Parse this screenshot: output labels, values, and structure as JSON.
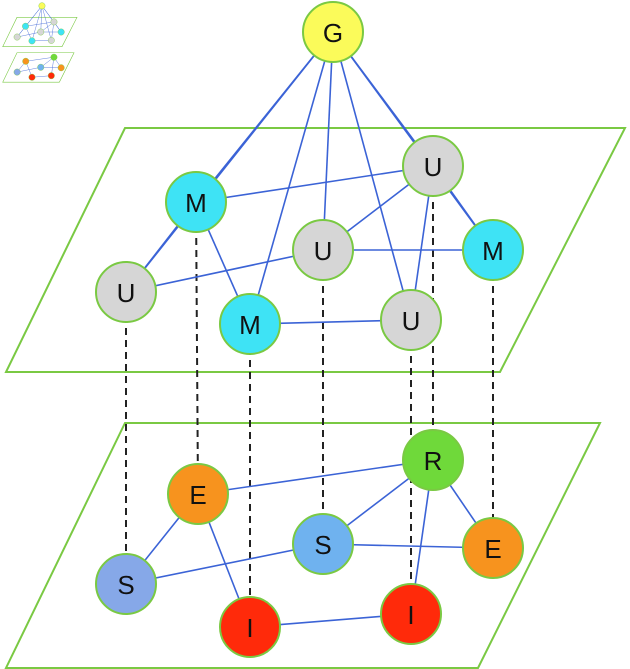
{
  "colors": {
    "plane": "#7ac943",
    "edge": "#3b63d6",
    "link": "#222222",
    "node_stroke": "#7ac943"
  },
  "nodes": [
    {
      "id": "g",
      "label": "G",
      "fill": "#fbfb5a",
      "layer": "top"
    },
    {
      "id": "m1",
      "label": "M",
      "fill": "#3ee3f5",
      "layer": "upper"
    },
    {
      "id": "u1",
      "label": "U",
      "fill": "#d6d6d6",
      "layer": "upper"
    },
    {
      "id": "u2",
      "label": "U",
      "fill": "#d6d6d6",
      "layer": "upper"
    },
    {
      "id": "m2",
      "label": "M",
      "fill": "#3ee3f5",
      "layer": "upper"
    },
    {
      "id": "u3",
      "label": "U",
      "fill": "#d6d6d6",
      "layer": "upper"
    },
    {
      "id": "m3",
      "label": "M",
      "fill": "#3ee3f5",
      "layer": "upper"
    },
    {
      "id": "u4",
      "label": "U",
      "fill": "#d6d6d6",
      "layer": "upper"
    },
    {
      "id": "e1",
      "label": "E",
      "fill": "#f7931e",
      "layer": "lower"
    },
    {
      "id": "r",
      "label": "R",
      "fill": "#6fd93a",
      "layer": "lower"
    },
    {
      "id": "s1",
      "label": "S",
      "fill": "#6fb2ef",
      "layer": "lower"
    },
    {
      "id": "e2",
      "label": "E",
      "fill": "#f7931e",
      "layer": "lower"
    },
    {
      "id": "s2",
      "label": "S",
      "fill": "#86a8e8",
      "layer": "lower"
    },
    {
      "id": "i1",
      "label": "I",
      "fill": "#ff2a0a",
      "layer": "lower"
    },
    {
      "id": "i2",
      "label": "I",
      "fill": "#ff2a0a",
      "layer": "lower"
    }
  ],
  "edges": [
    [
      "g",
      "m1"
    ],
    [
      "g",
      "u1"
    ],
    [
      "g",
      "u2"
    ],
    [
      "g",
      "m2"
    ],
    [
      "g",
      "u3"
    ],
    [
      "g",
      "m3"
    ],
    [
      "g",
      "u4"
    ],
    [
      "m1",
      "u1"
    ],
    [
      "m1",
      "u4"
    ],
    [
      "m1",
      "m2"
    ],
    [
      "u1",
      "u2"
    ],
    [
      "u2",
      "m3"
    ],
    [
      "u2",
      "u4"
    ],
    [
      "u4",
      "u3"
    ],
    [
      "u4",
      "m3"
    ],
    [
      "m2",
      "u3"
    ],
    [
      "e1",
      "r"
    ],
    [
      "e1",
      "s2"
    ],
    [
      "e1",
      "i1"
    ],
    [
      "r",
      "s1"
    ],
    [
      "r",
      "e2"
    ],
    [
      "r",
      "i2"
    ],
    [
      "s1",
      "e2"
    ],
    [
      "s1",
      "s2"
    ],
    [
      "i1",
      "i2"
    ]
  ],
  "interlayer_links": [
    [
      "u1",
      "s2"
    ],
    [
      "m1",
      "e1"
    ],
    [
      "m2",
      "i1"
    ],
    [
      "u2",
      "s1"
    ],
    [
      "u3",
      "i2"
    ],
    [
      "u4",
      "r"
    ],
    [
      "m3",
      "e2"
    ]
  ],
  "thumbnail": {
    "icon": "multilayer-network-thumbnail-icon"
  }
}
